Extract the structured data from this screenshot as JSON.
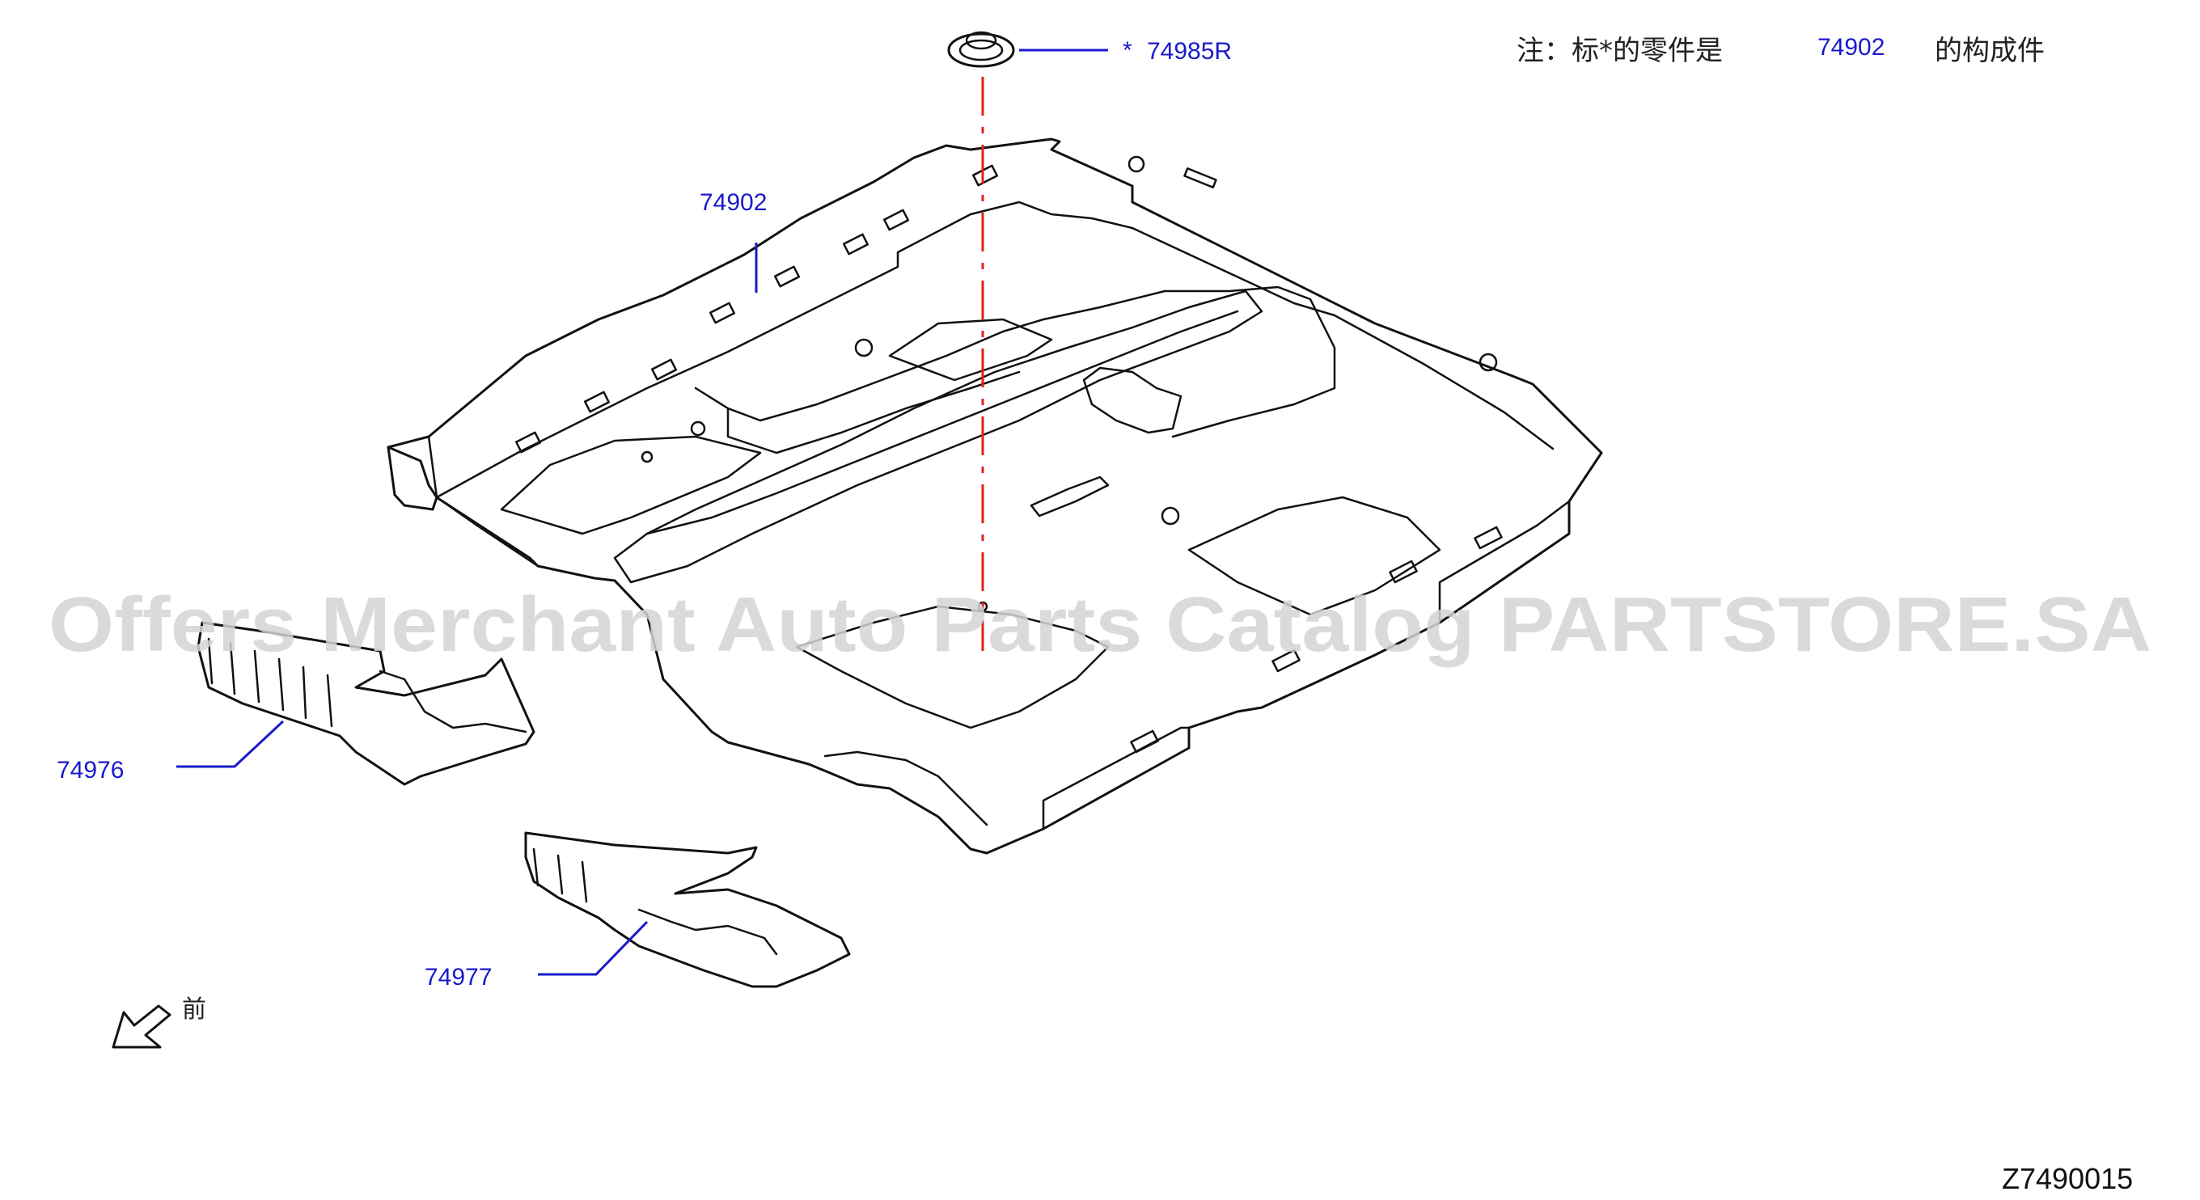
{
  "diagram_id": "Z7490015",
  "watermark": "Offers Merchant Auto Parts Catalog PARTSTORE.SA",
  "note": {
    "prefix": "注：标*的零件是",
    "part_ref": "74902",
    "suffix": "的构成件"
  },
  "callouts": {
    "clip": {
      "marker": "*",
      "part_number": "74985R"
    },
    "carpet": {
      "part_number": "74902"
    },
    "left_pad": {
      "part_number": "74976"
    },
    "right_pad": {
      "part_number": "74977"
    }
  },
  "orientation": {
    "label": "前"
  },
  "colors": {
    "callout_text": "#1a1acc",
    "leader_line": "#1a1acc",
    "center_line": "#e02020",
    "outline": "#111111",
    "watermark": "#d4d4d4"
  }
}
